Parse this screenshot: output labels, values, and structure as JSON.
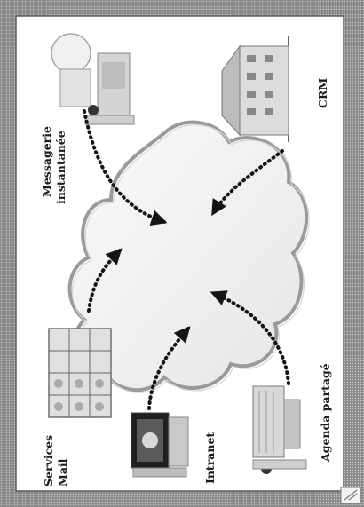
{
  "nodes": {
    "crm": {
      "label": "CRM",
      "icon": "office-building-icon"
    },
    "messaging": {
      "label_line1": "Messagerie",
      "label_line2": "instantanée",
      "icon": "user-at-computer-icon"
    },
    "mail": {
      "label_line1": "Services",
      "label_line2": "Mail",
      "icon": "mailbox-grid-icon"
    },
    "intranet": {
      "label": "Intranet",
      "icon": "monitor-user-icon"
    },
    "agenda": {
      "label": "Agenda partagé",
      "icon": "calendar-computer-icon"
    }
  },
  "center": {
    "icon": "cloud-icon"
  },
  "colors": {
    "frame": "#6f6f6f",
    "cloud_fill": "#f4f4f4",
    "cloud_stroke": "#9a9a9a",
    "arrow": "#141414"
  }
}
